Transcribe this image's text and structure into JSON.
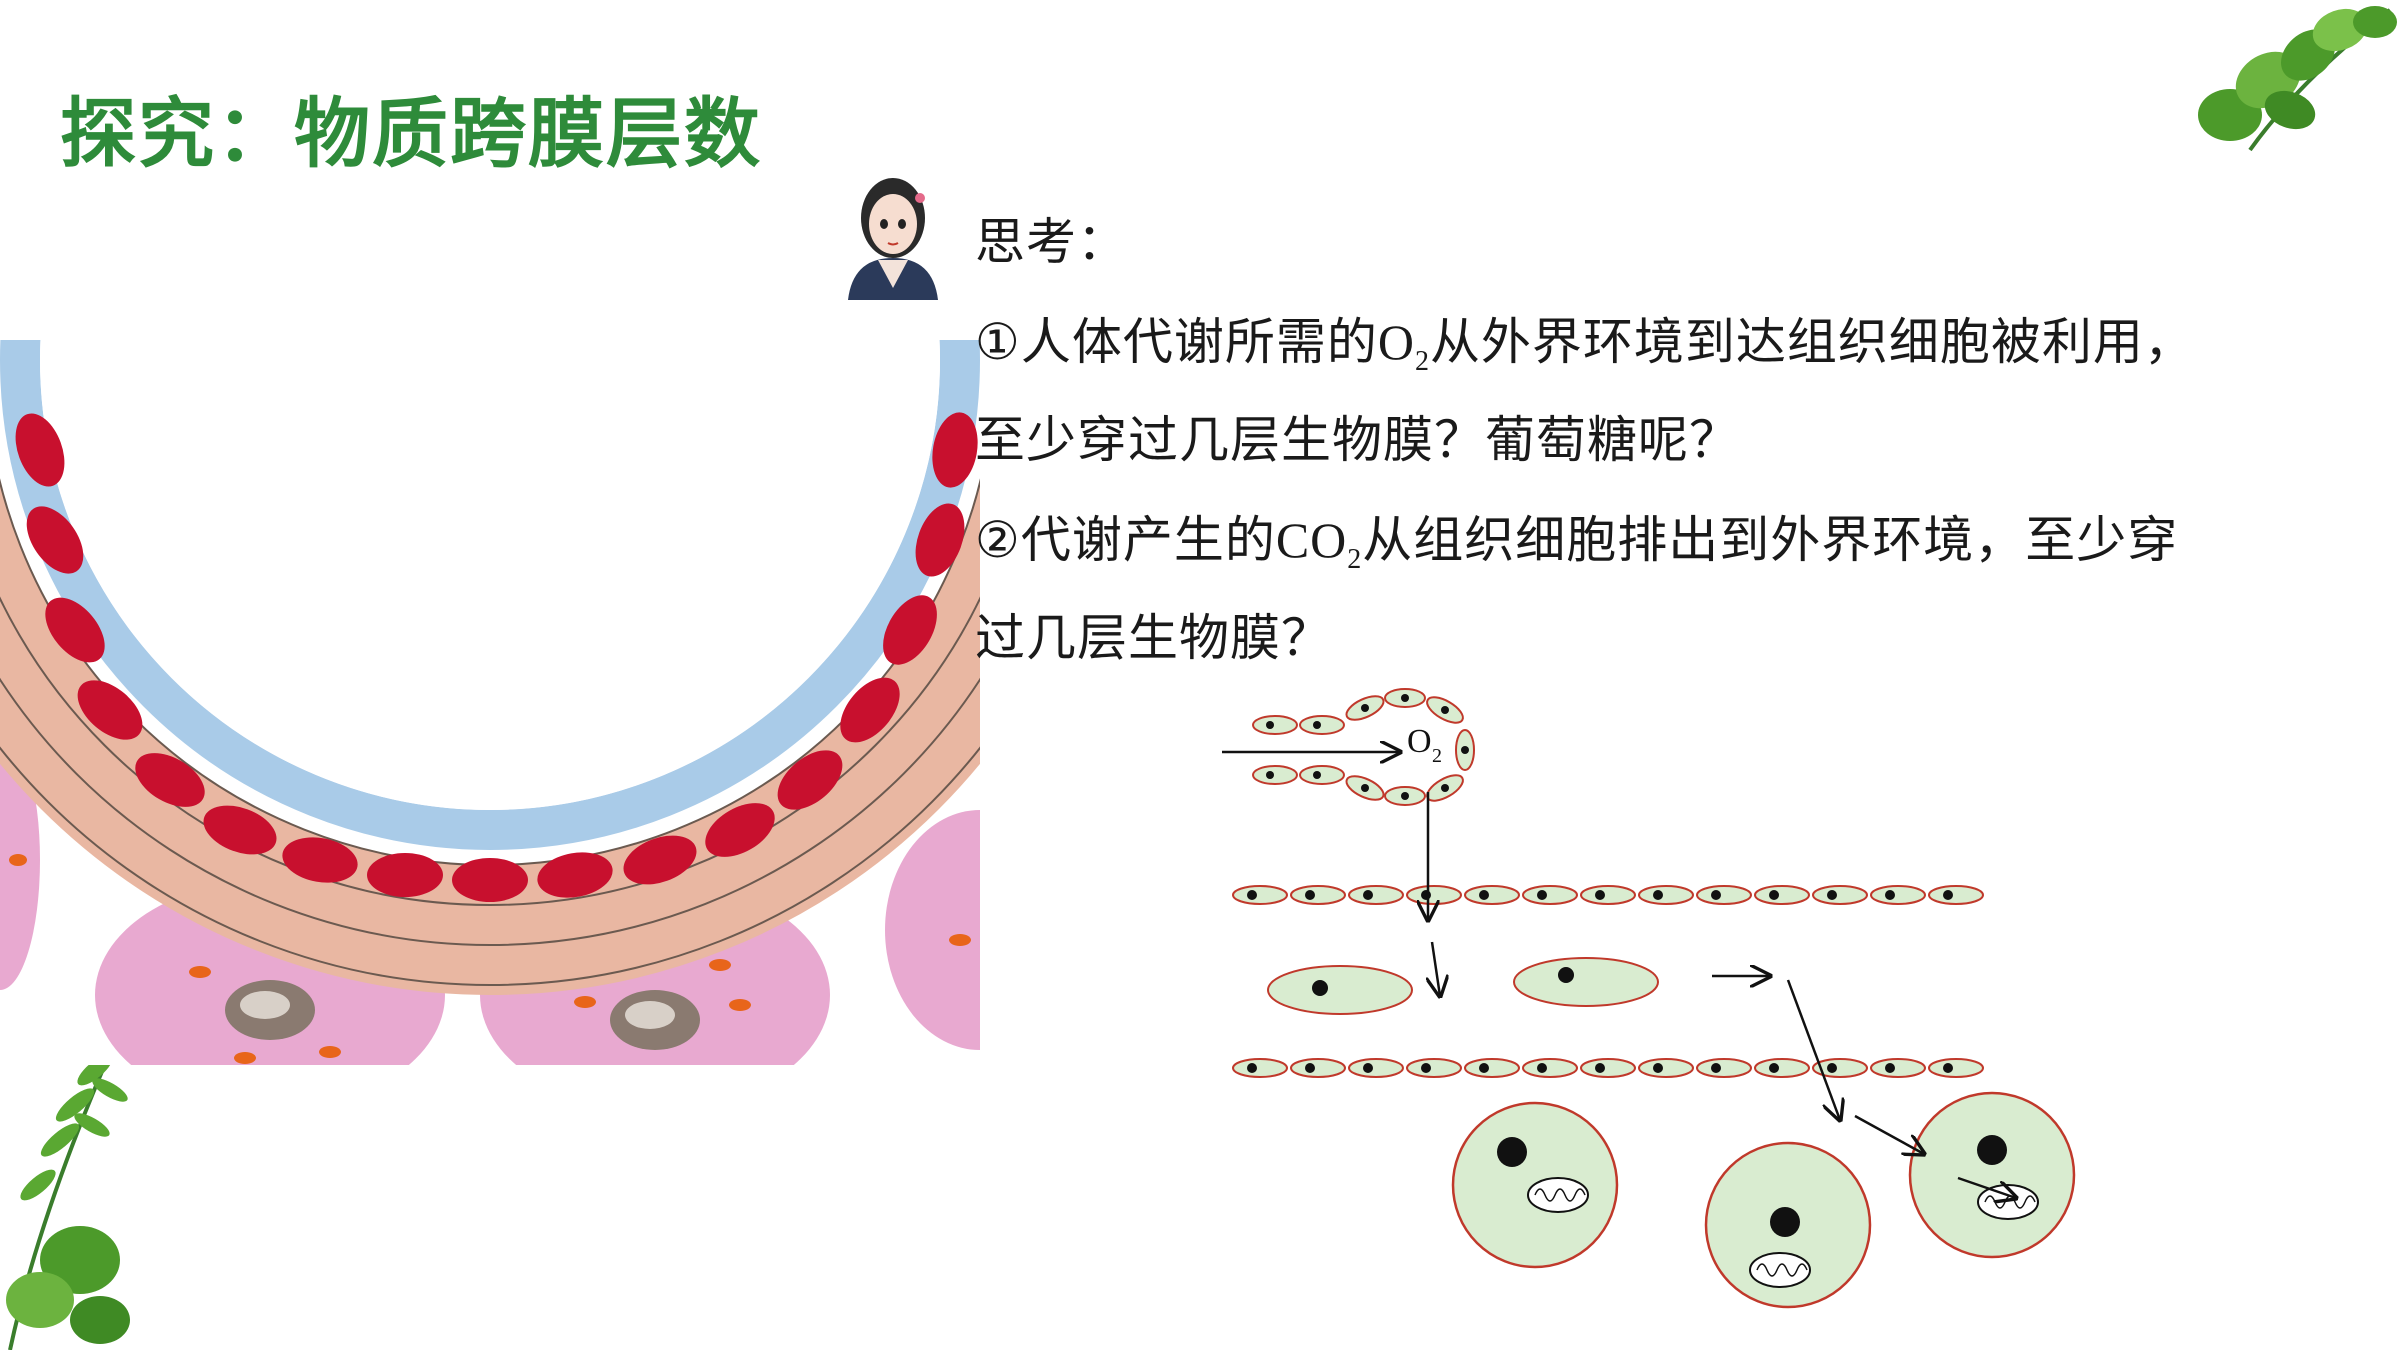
{
  "slide": {
    "title": "探究：物质跨膜层数",
    "think_label": "思考：",
    "q1": {
      "part1_prefix": "①人体代谢所需的",
      "part1_molecule": "O",
      "part1_subscript": "2",
      "part1_suffix": "从外界环境到达组织细胞被利用，",
      "part2": "至少穿过几层生物膜？葡萄糖呢？"
    },
    "q2": {
      "part1_prefix": "②代谢产生的",
      "part1_molecule": "CO",
      "part1_subscript": "2",
      "part1_suffix": "从组织细胞排出到外界环境，至少穿",
      "part2": "过几层生物膜？"
    }
  },
  "diagram": {
    "label_molecule": "O",
    "label_subscript": "2"
  },
  "colors": {
    "title_green": "#2e8b3a",
    "cell_fill": "#d9ecd0",
    "cell_border": "#c0392b",
    "rbc_red": "#c8102e",
    "endothelium": "#e9b7a2",
    "vessel_blue": "#a9cbe8",
    "tissue_pink": "#e8a9d0"
  },
  "icons": [
    "leaf-decoration-icon",
    "girl-avatar-icon"
  ]
}
